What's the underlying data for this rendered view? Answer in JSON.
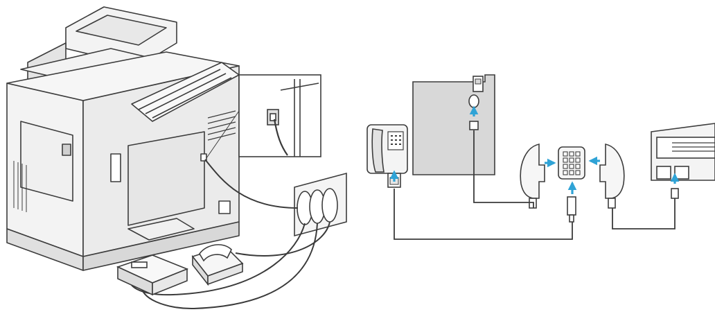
{
  "diagram": {
    "title": "",
    "colors": {
      "background": "#ffffff",
      "outline": "#3c3c3c",
      "device_fill": "#f3f3f3",
      "device_fill_dark": "#dcdcdc",
      "gray_box": "#d8d8d8",
      "cable": "#3a3a3a",
      "arrow": "#2fa3d6"
    },
    "left_scene": {
      "name": "multifunction-printer-installation",
      "devices": [
        "printer",
        "wall-jack",
        "telephone",
        "answering-machine"
      ]
    },
    "right_scene": {
      "name": "wiring-schematic",
      "devices": [
        "telephone",
        "printer-back-panel",
        "wall-adapter-left",
        "phone-splitter",
        "wall-adapter-right",
        "answering-machine"
      ]
    }
  }
}
